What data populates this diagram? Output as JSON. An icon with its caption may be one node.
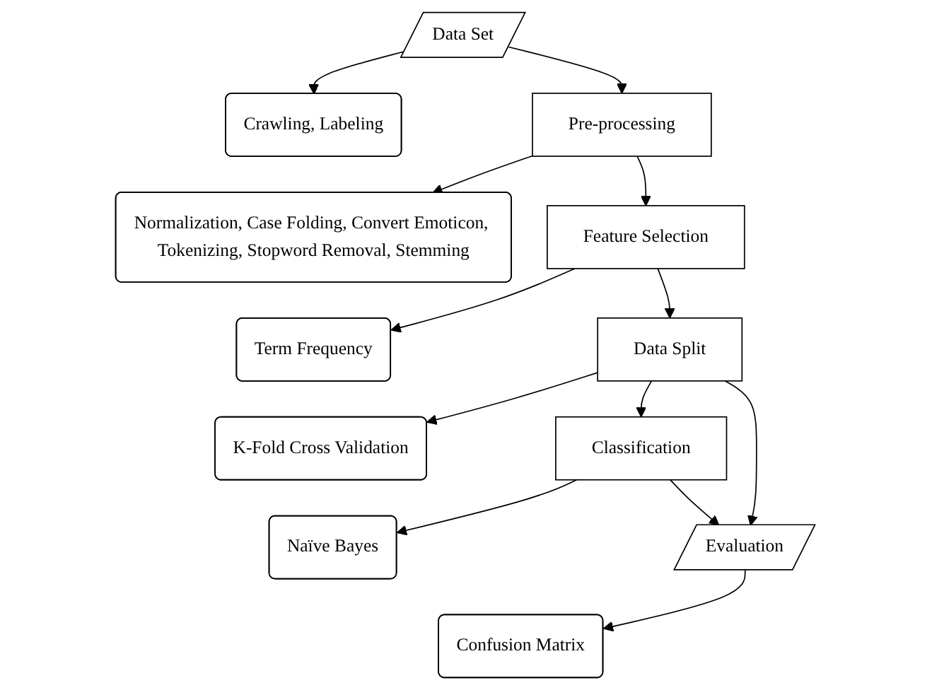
{
  "diagram": {
    "nodes": [
      {
        "text": [
          "Data Set"
        ]
      },
      {
        "text": [
          "Crawling, Labeling"
        ]
      },
      {
        "text": [
          "Pre-processing"
        ]
      },
      {
        "text": [
          "Normalization, Case Folding, Convert Emoticon, Tokenizing, Stopword Removal, Stemming"
        ]
      },
      {
        "text": [
          "Feature Selection"
        ]
      },
      {
        "text": [
          "Term Frequency"
        ]
      },
      {
        "text": [
          "Data Split"
        ]
      },
      {
        "text": [
          "K-Fold Cross Validation"
        ]
      },
      {
        "text": [
          "Classification"
        ]
      },
      {
        "text": [
          "Naïve Bayes"
        ]
      },
      {
        "text": [
          "Evaluation"
        ]
      },
      {
        "text": [
          "Confusion Matrix"
        ]
      }
    ],
    "edges": [
      {
        "from": 0,
        "to": 1,
        "arrow": "to"
      },
      {
        "from": 0,
        "to": 2,
        "arrow": "to"
      },
      {
        "from": 2,
        "to": 3,
        "arrow": "to"
      },
      {
        "from": 2,
        "to": 4,
        "arrow": "to"
      },
      {
        "from": 4,
        "to": 5,
        "arrow": "to"
      },
      {
        "from": 4,
        "to": 6,
        "arrow": "to"
      },
      {
        "from": 6,
        "to": 7,
        "arrow": "to"
      },
      {
        "from": 6,
        "to": 8,
        "arrow": "to"
      },
      {
        "from": 8,
        "to": 9,
        "arrow": "to"
      },
      {
        "from": 8,
        "to": 10,
        "arrow": "to"
      },
      {
        "from": 6,
        "to": 10,
        "arrow": "to"
      },
      {
        "from": 10,
        "to": 11,
        "arrow": "to"
      }
    ]
  }
}
